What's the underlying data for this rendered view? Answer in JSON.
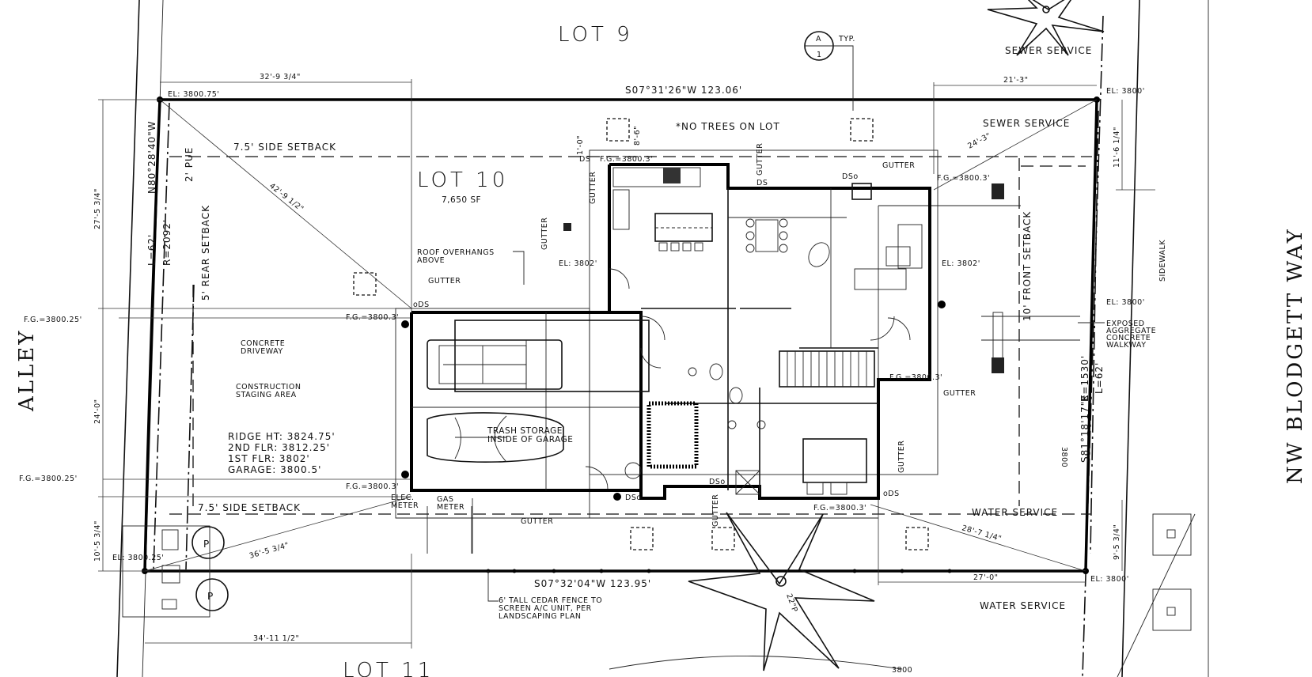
{
  "lots": {
    "lot9": "LOT 9",
    "lot10": "LOT 10",
    "lot10_area": "7,650 SF",
    "lot11": "LOT 11"
  },
  "streets": {
    "alley": "ALLEY",
    "nw": "NW BLODGETT WAY"
  },
  "bearings": {
    "top": "S07°31'26\"W   123.06'",
    "bottom": "S07°32'04\"W   123.95'",
    "left": "N80°28'40\"W",
    "right": "S81°18'17\"E"
  },
  "curves": {
    "left_l": "L=62'",
    "left_r": "R=2092'",
    "right_r": "R=1530'",
    "right_l": "L=62'"
  },
  "setbacks": {
    "side_top": "7.5' SIDE SETBACK",
    "side_bottom": "7.5' SIDE SETBACK",
    "rear": "5' REAR SETBACK",
    "front": "10' FRONT SETBACK",
    "pue": "2' PUE"
  },
  "dims": {
    "top_left": "32'-9 3/4\"",
    "top_right": "21'-3\"",
    "left_top": "27'-5 3/4\"",
    "left_mid": "24'-0\"",
    "left_bottom": "10'-5 3/4\"",
    "right_top": "11'-6 1/4\"",
    "right_bottom": "9'-5 3/4\"",
    "diag_top": "42'-9 1/2\"",
    "diag_bl": "36'-5 3/4\"",
    "diag_br": "28'-7 1/4\"",
    "diag_tr": "24'-3\"",
    "bottom_left": "34'-11 1/2\"",
    "bottom_right": "27'-0\"",
    "gutter_dim1": "1'-0\"",
    "gutter_dim2": "8'-6\""
  },
  "elevations": {
    "tl": "EL: 3800.75'",
    "tr": "EL: 3800'",
    "bl": "EL: 3800.25'",
    "br": "EL: 3800'",
    "house_left": "EL: 3802'",
    "house_right": "EL: 3802'",
    "right_mid": "EL: 3800'"
  },
  "finish_grades": {
    "fg_top": "F.G.=3800.3'",
    "fg_top_right": "F.G.=3800.3'",
    "fg_garage_top": "F.G.=3800.3'",
    "fg_garage_bot": "F.G.=3800.3'",
    "fg_right": "F.G.=3800.3'",
    "fg_bottom": "F.G.=3800.3'",
    "fg_left1": "F.G.=3800.25'",
    "fg_left2": "F.G.=3800.25'"
  },
  "notes": {
    "no_trees": "*NO TREES ON LOT",
    "typ": "TYP.",
    "section_a": "A",
    "section_1": "1",
    "overhang": [
      "ROOF OVERHANGS",
      "ABOVE"
    ],
    "driveway": [
      "CONCRETE",
      "DRIVEWAY"
    ],
    "staging": [
      "CONSTRUCTION",
      "STAGING AREA"
    ],
    "heights": [
      "RIDGE HT: 3824.75'",
      "2ND FLR: 3812.25'",
      "1ST FLR: 3802'",
      "GARAGE: 3800.5'"
    ],
    "trash": [
      "TRASH STORAGE",
      "INSIDE OF GARAGE"
    ],
    "walkway": [
      "EXPOSED",
      "AGGREGATE",
      "CONCRETE",
      "WALKWAY"
    ],
    "fence": [
      "6' TALL CEDAR FENCE TO",
      "SCREEN A/C UNIT, PER",
      "LANDSCAPING PLAN"
    ],
    "elec": [
      "ELEC.",
      "METER"
    ],
    "gas": [
      "GAS",
      "METER"
    ],
    "sewer1": "SEWER SERVICE",
    "sewer2": "SEWER SERVICE",
    "water1": "WATER SERVICE",
    "water2": "WATER SERVICE",
    "sidewalk": "SIDEWALK",
    "tree_size": "22\"P",
    "contour_top": "3800",
    "contour_bottom": "3800",
    "tree_p1": "P",
    "tree_p2": "P"
  },
  "tags": {
    "gutter": "GUTTER",
    "ds": "DS",
    "dso": "DSo",
    "ods": "oDS"
  }
}
